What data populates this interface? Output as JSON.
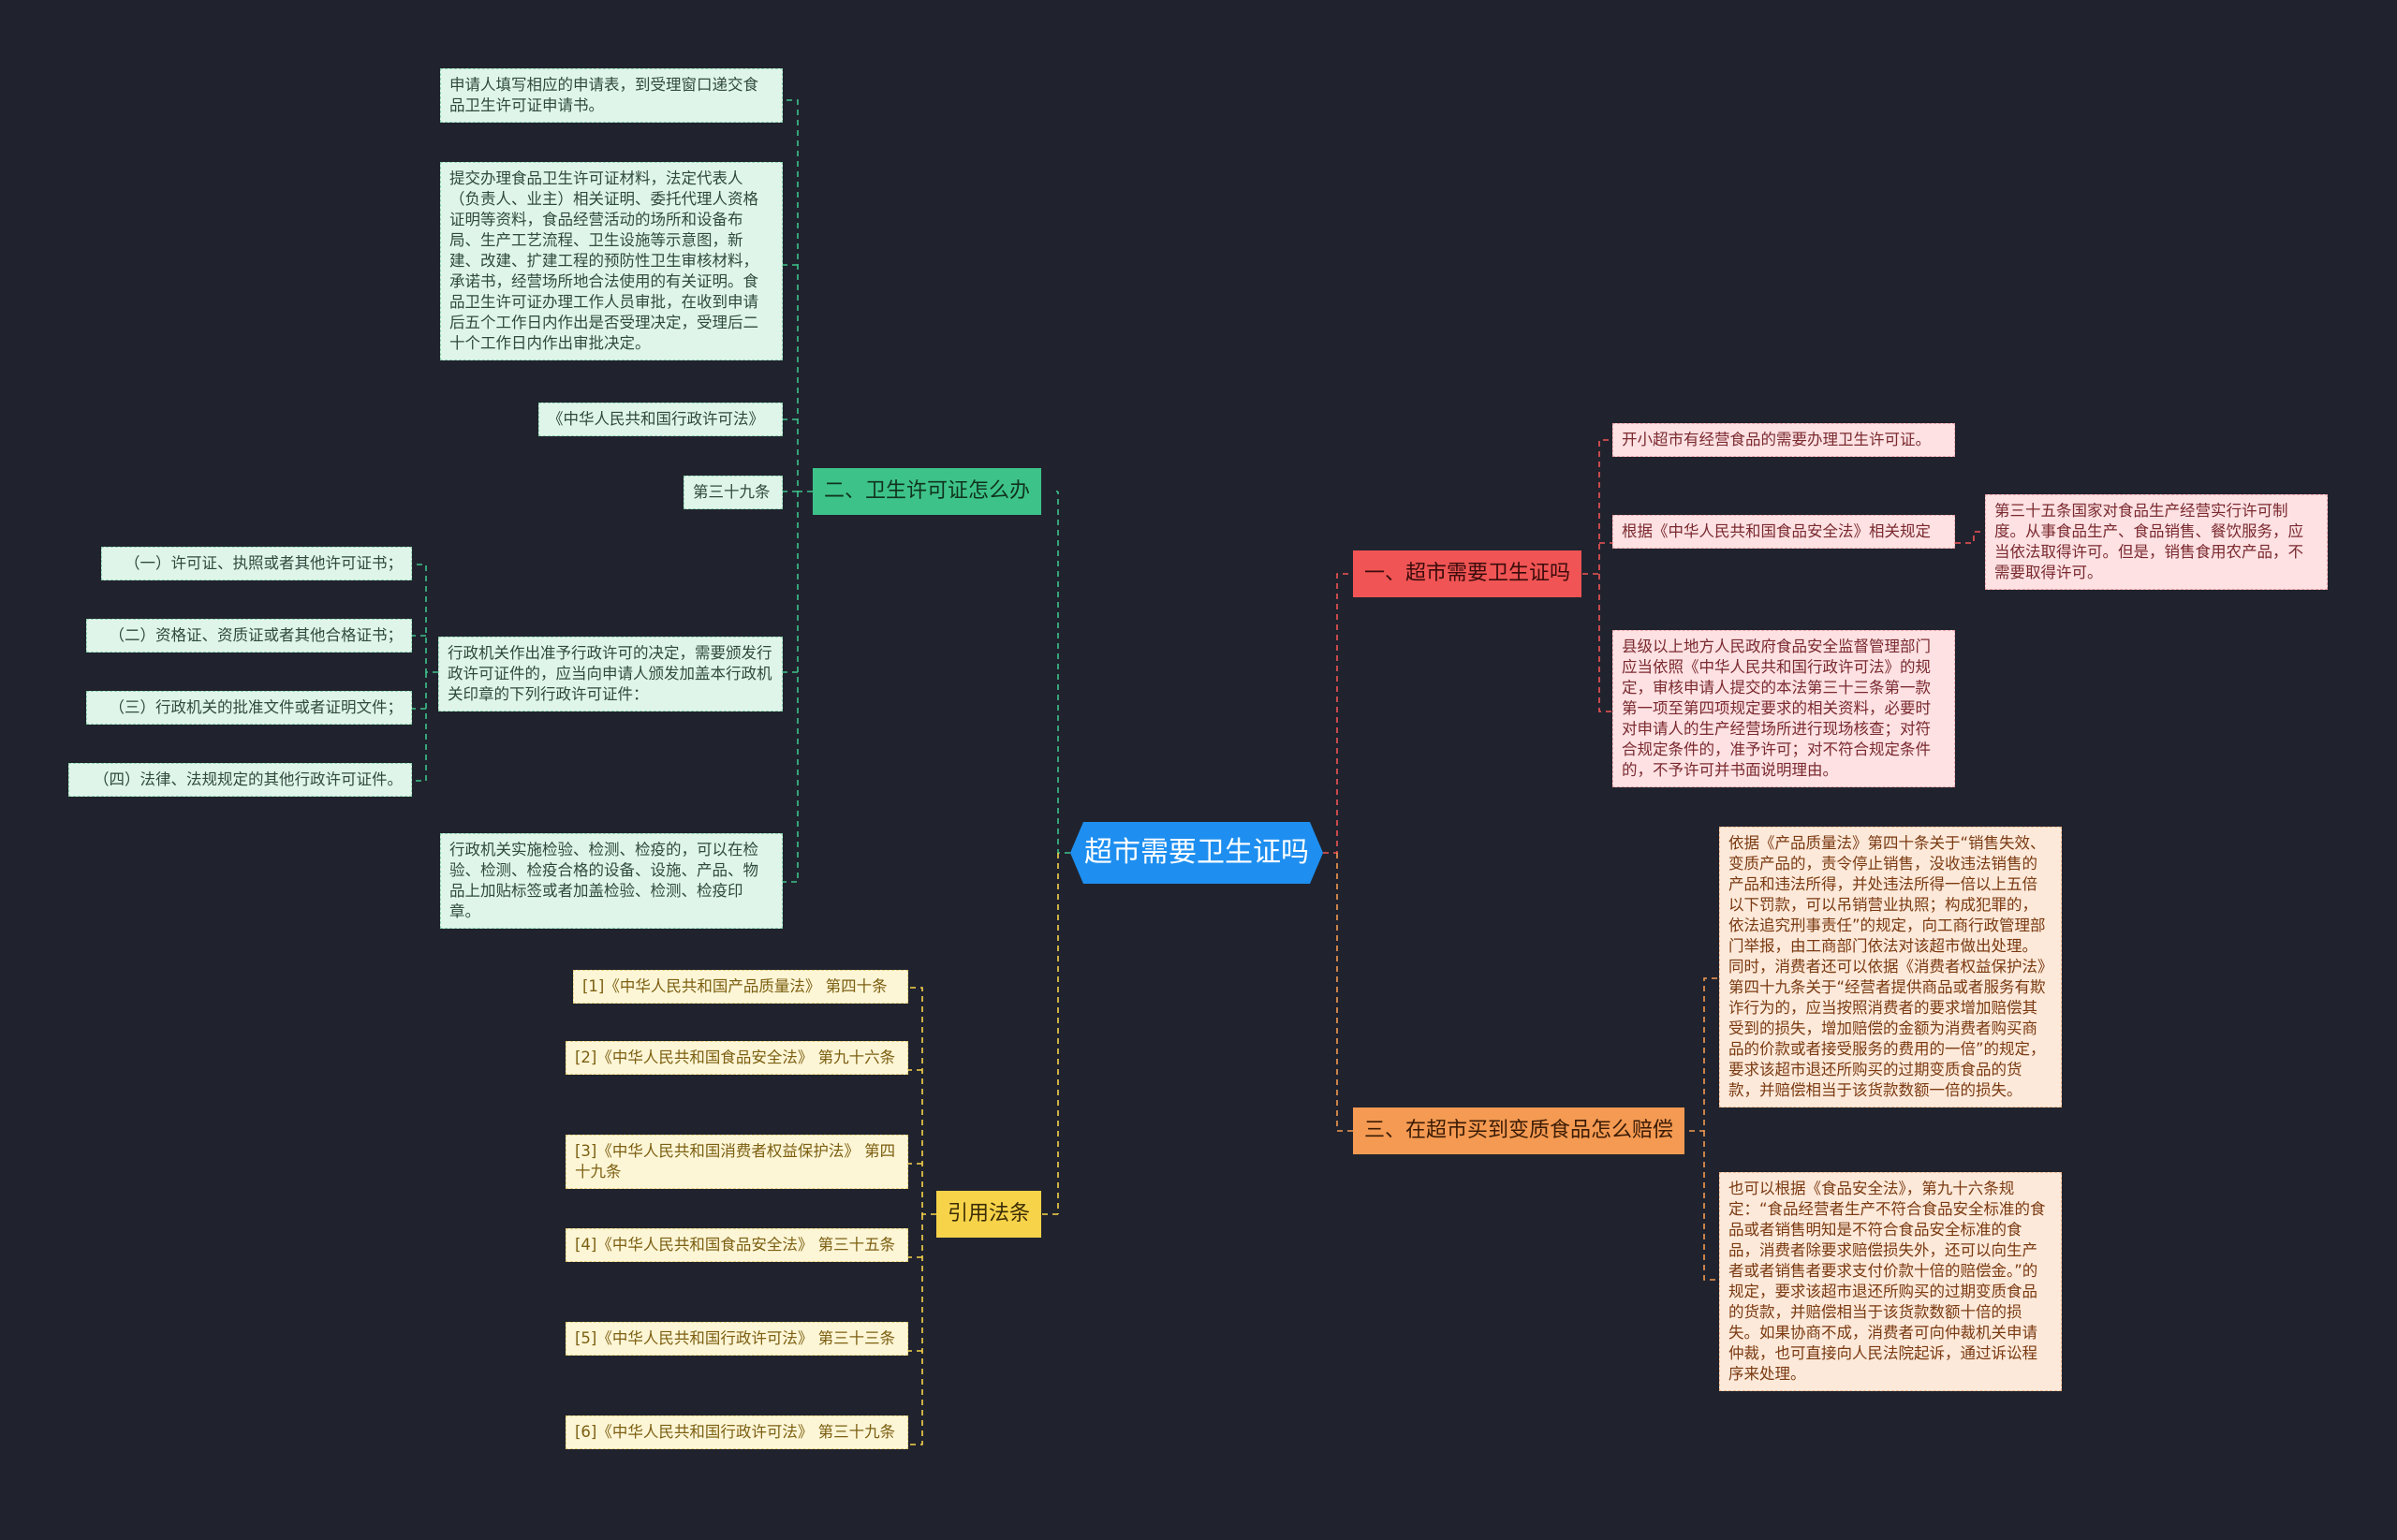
{
  "center": "超市需要卫生证吗",
  "branches": {
    "b1": "一、超市需要卫生证吗",
    "b2": "二、卫生许可证怎么办",
    "b3": "三、在超市买到变质食品怎么赔偿",
    "b4": "引用法条"
  },
  "b1_children": {
    "c1": "开小超市有经营食品的需要办理卫生许可证。",
    "c2": "根据《中华人民共和国食品安全法》相关规定",
    "c2a": "第三十五条国家对食品生产经营实行许可制度。从事食品生产、食品销售、餐饮服务，应当依法取得许可。但是，销售食用农产品，不需要取得许可。",
    "c3": "县级以上地方人民政府食品安全监督管理部门应当依照《中华人民共和国行政许可法》的规定，审核申请人提交的本法第三十三条第一款第一项至第四项规定要求的相关资料，必要时对申请人的生产经营场所进行现场核查；对符合规定条件的，准予许可；对不符合规定条件的，不予许可并书面说明理由。"
  },
  "b2_children": {
    "c1": "申请人填写相应的申请表，到受理窗口递交食品卫生许可证申请书。",
    "c2": "提交办理食品卫生许可证材料，法定代表人（负责人、业主）相关证明、委托代理人资格证明等资料，食品经营活动的场所和设备布局、生产工艺流程、卫生设施等示意图，新建、改建、扩建工程的预防性卫生审核材料，承诺书，经营场所地合法使用的有关证明。食品卫生许可证办理工作人员审批，在收到申请后五个工作日内作出是否受理决定，受理后二十个工作日内作出审批决定。",
    "c3": "《中华人民共和国行政许可法》",
    "c4": "第三十九条",
    "c5": "行政机关作出准予行政许可的决定，需要颁发行政许可证件的，应当向申请人颁发加盖本行政机关印章的下列行政许可证件：",
    "c5_items": [
      "（一）许可证、执照或者其他许可证书；",
      "（二）资格证、资质证或者其他合格证书；",
      "（三）行政机关的批准文件或者证明文件；",
      "（四）法律、法规规定的其他行政许可证件。"
    ],
    "c6": "行政机关实施检验、检测、检疫的，可以在检验、检测、检疫合格的设备、设施、产品、物品上加贴标签或者加盖检验、检测、检疫印章。"
  },
  "b3_children": {
    "c1": "依据《产品质量法》第四十条关于“销售失效、变质产品的，责令停止销售，没收违法销售的产品和违法所得，并处违法所得一倍以上五倍以下罚款，可以吊销营业执照；构成犯罪的，依法追究刑事责任”的规定，向工商行政管理部门举报，由工商部门依法对该超市做出处理。同时，消费者还可以依据《消费者权益保护法》第四十九条关于“经营者提供商品或者服务有欺诈行为的，应当按照消费者的要求增加赔偿其受到的损失，增加赔偿的金额为消费者购买商品的价款或者接受服务的费用的一倍”的规定，要求该超市退还所购买的过期变质食品的货款，并赔偿相当于该货款数额一倍的损失。",
    "c2": "也可以根据《食品安全法》，第九十六条规定：“食品经营者生产不符合食品安全标准的食品或者销售明知是不符合食品安全标准的食品，消费者除要求赔偿损失外，还可以向生产者或者销售者要求支付价款十倍的赔偿金。”的规定，要求该超市退还所购买的过期变质食品的货款，并赔偿相当于该货款数额十倍的损失。如果协商不成，消费者可向仲裁机关申请仲裁，也可直接向人民法院起诉，通过诉讼程序来处理。"
  },
  "b4_children": [
    "[1]《中华人民共和国产品质量法》 第四十条",
    "[2]《中华人民共和国食品安全法》 第九十六条",
    "[3]《中华人民共和国消费者权益保护法》 第四十九条",
    "[4]《中华人民共和国食品安全法》 第三十五条",
    "[5]《中华人民共和国行政许可法》 第三十三条",
    "[6]《中华人民共和国行政许可法》 第三十九条"
  ],
  "colors": {
    "background": "#20232e",
    "center": "#1e8ff0",
    "green": "#3dc38a",
    "red": "#f05454",
    "orange": "#f49a52",
    "yellow": "#f7d34a"
  }
}
